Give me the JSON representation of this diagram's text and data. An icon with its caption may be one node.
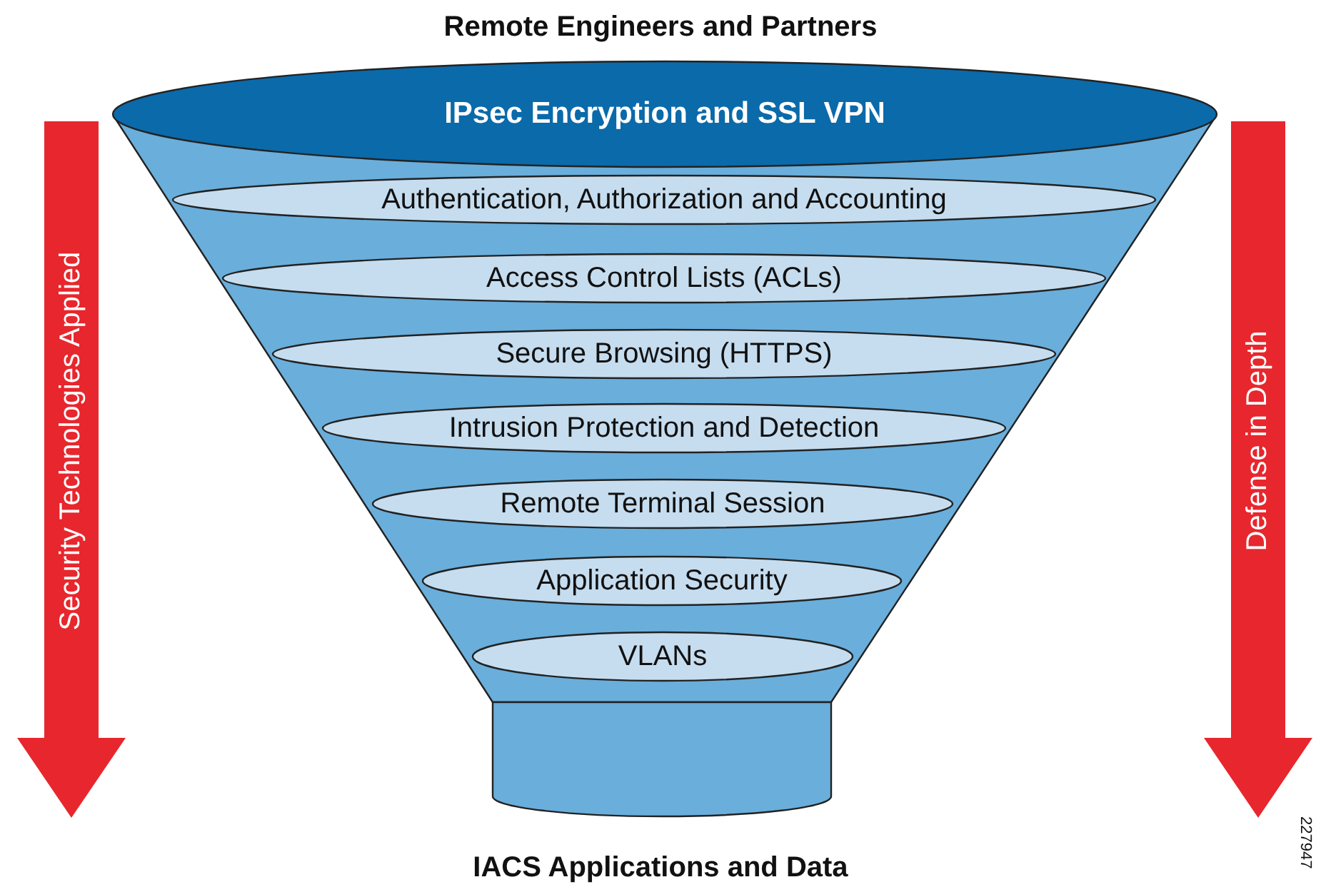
{
  "diagram": {
    "nodes": [
      {
        "text": [
          "IPsec Encryption and SSL VPN"
        ]
      },
      {
        "text": [
          "Authentication, Authorization and Accounting"
        ]
      },
      {
        "text": [
          "Access Control Lists (ACLs)"
        ]
      },
      {
        "text": [
          "Secure Browsing (HTTPS)"
        ]
      },
      {
        "text": [
          "Intrusion Protection and Detection"
        ]
      },
      {
        "text": [
          "Remote Terminal Session"
        ]
      },
      {
        "text": [
          "Application Security"
        ]
      },
      {
        "text": [
          "VLANs"
        ]
      },
      {
        "text": [
          "Security Technologies Applied"
        ]
      },
      {
        "text": [
          "Defense in Depth"
        ]
      }
    ],
    "labels": [
      "Remote Engineers and Partners",
      "IACS Applications and Data",
      "227947"
    ]
  }
}
